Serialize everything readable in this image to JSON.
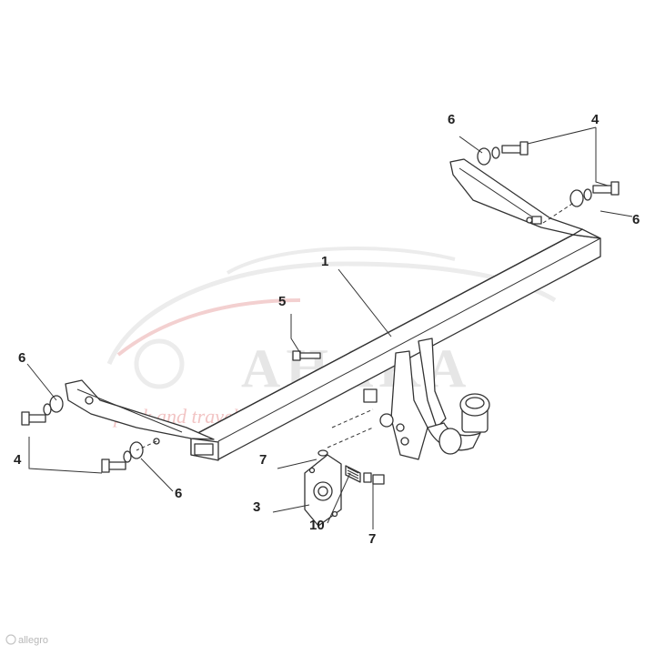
{
  "diagram": {
    "callouts": [
      "1",
      "3",
      "4",
      "4",
      "5",
      "6",
      "6",
      "6",
      "6",
      "7",
      "7",
      "10"
    ],
    "watermark": {
      "brand": "AHAKA",
      "tagline": "pack and travel"
    },
    "footer": "allegro"
  }
}
